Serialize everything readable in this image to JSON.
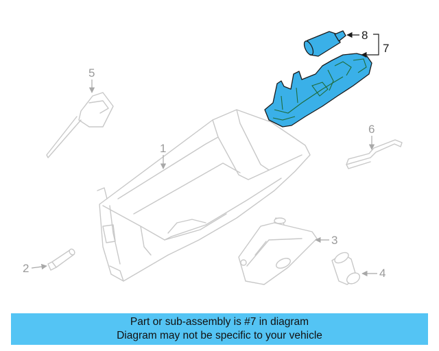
{
  "callouts": {
    "c1": "1",
    "c2": "2",
    "c3": "3",
    "c4": "4",
    "c5": "5",
    "c6": "6",
    "c7": "7",
    "c8": "8"
  },
  "highlight_color": "#3ab0e8",
  "ghost_color": "#c8c8c8",
  "banner": {
    "line1": "Part or sub-assembly is #7 in diagram",
    "line2": "Diagram may not be specific to your vehicle",
    "background": "#54c4f4"
  }
}
